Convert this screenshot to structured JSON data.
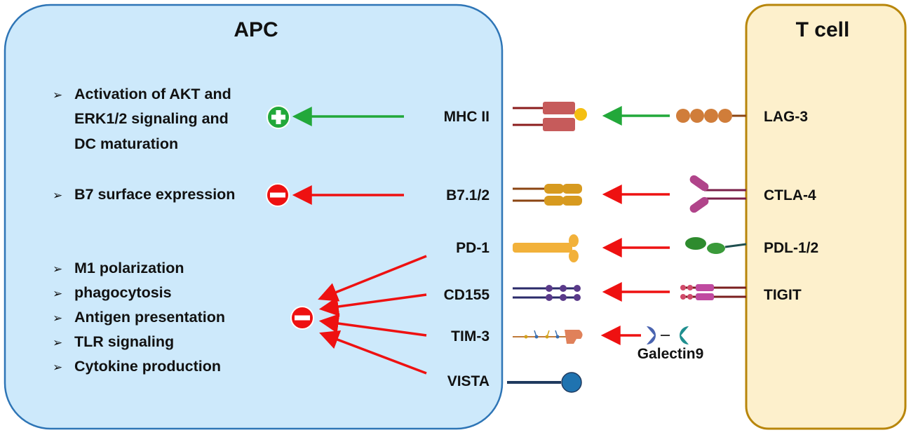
{
  "apc": {
    "title": "APC",
    "effects": [
      {
        "lines": [
          "Activation of AKT and",
          "ERK1/2 signaling and",
          "DC maturation"
        ]
      },
      {
        "lines": [
          "B7 surface expression"
        ]
      },
      {
        "lines": [
          "M1 polarization",
          "phagocytosis",
          "Antigen presentation",
          "TLR signaling",
          "Cytokine production"
        ]
      }
    ],
    "receptors": [
      "MHC II",
      "B7.1/2",
      "PD-1",
      "CD155",
      "TIM-3",
      "VISTA"
    ]
  },
  "tcell": {
    "title": "T cell",
    "ligands": [
      "LAG-3",
      "CTLA-4",
      "PDL-1/2",
      "TIGIT"
    ]
  },
  "galectin_label": "Galectin9",
  "icons": {
    "bullet": "arrowhead-bullet-icon",
    "plus": "plus-circle-icon",
    "minus": "minus-circle-icon"
  },
  "colors": {
    "apc_fill": "#cde9fb",
    "apc_border": "#2e75b6",
    "tcell_fill": "#fdf0cc",
    "tcell_border": "#b8860b",
    "activate_arrow": "#22a83a",
    "inhibit_arrow": "#ee1111"
  }
}
